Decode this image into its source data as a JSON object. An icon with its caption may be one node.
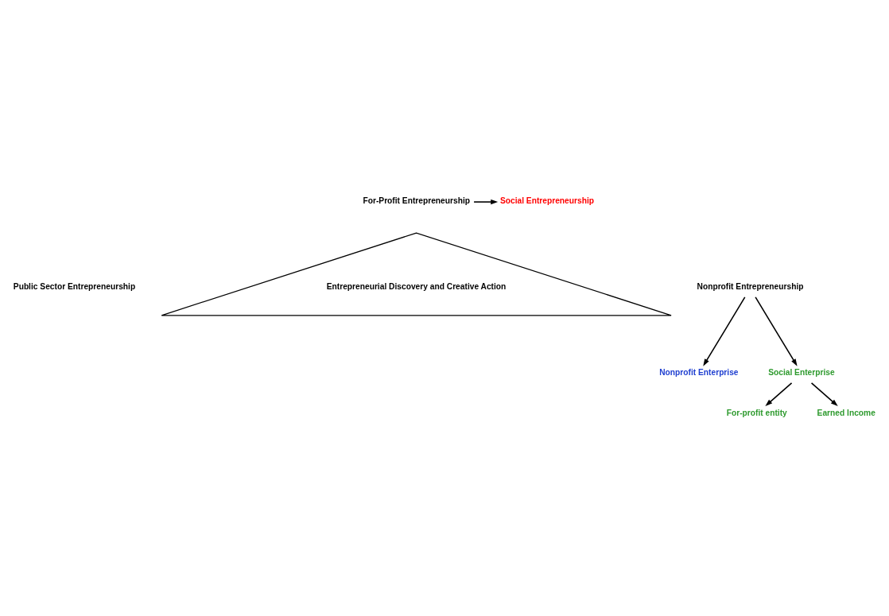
{
  "diagram": {
    "nodes": [
      {
        "text": [
          "For-Profit Entrepreneurship"
        ]
      },
      {
        "text": [
          "Social Entrepreneurship"
        ]
      },
      {
        "text": [
          "Entrepreneurial Discovery and Creative Action"
        ]
      },
      {
        "text": [
          "Public Sector Entrepreneurship"
        ]
      },
      {
        "text": [
          "Nonprofit Entrepreneurship"
        ]
      },
      {
        "text": [
          "Nonprofit Enterprise"
        ]
      },
      {
        "text": [
          "Social Enterprise"
        ]
      },
      {
        "text": [
          "For-profit entity"
        ]
      },
      {
        "text": [
          "Earned Income"
        ]
      }
    ],
    "edges": [
      {
        "from": 0,
        "to": 1,
        "arrow": "to"
      },
      {
        "from": 4,
        "to": 5,
        "arrow": "to"
      },
      {
        "from": 4,
        "to": 6,
        "arrow": "to"
      },
      {
        "from": 6,
        "to": 7,
        "arrow": "to"
      },
      {
        "from": 6,
        "to": 8,
        "arrow": "to"
      }
    ]
  }
}
